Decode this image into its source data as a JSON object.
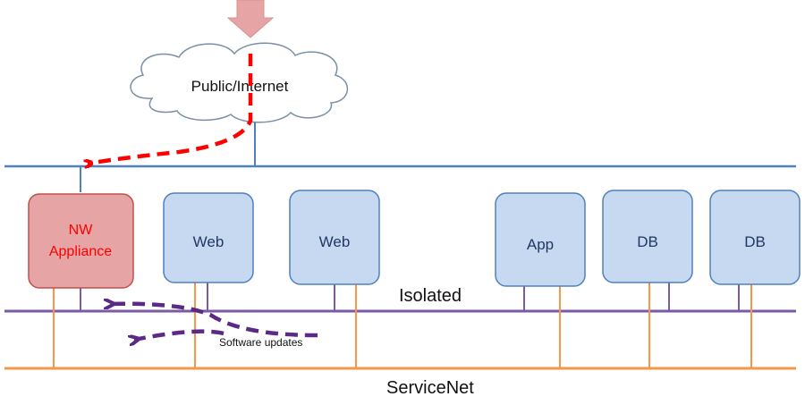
{
  "diagram": {
    "cloud_label": "Public/Internet",
    "nodes": [
      {
        "label_lines": [
          "NW",
          "Appliance"
        ],
        "kind": "appliance"
      },
      {
        "label_lines": [
          "Web"
        ],
        "kind": "server"
      },
      {
        "label_lines": [
          "Web"
        ],
        "kind": "server"
      },
      {
        "label_lines": [
          "App"
        ],
        "kind": "server"
      },
      {
        "label_lines": [
          "DB"
        ],
        "kind": "server"
      },
      {
        "label_lines": [
          "DB"
        ],
        "kind": "server"
      }
    ],
    "networks": {
      "isolated_label": "Isolated",
      "servicenet_label": "ServiceNet"
    },
    "annotations": {
      "software_updates": "Software updates"
    },
    "colors": {
      "public_net": "#4f81bd",
      "isolated_net": "#7b5aa6",
      "servicenet": "#f79646",
      "server_fill": "#c6d9f1",
      "server_stroke": "#4f81bd",
      "server_text": "#1f3864",
      "appliance_fill": "#e6a4a4",
      "appliance_stroke": "#c0504d",
      "appliance_text": "#ff0000",
      "traffic_path": "#ff0000",
      "update_path": "#5b2a86",
      "incoming_arrow": "#e6a4a4"
    }
  }
}
